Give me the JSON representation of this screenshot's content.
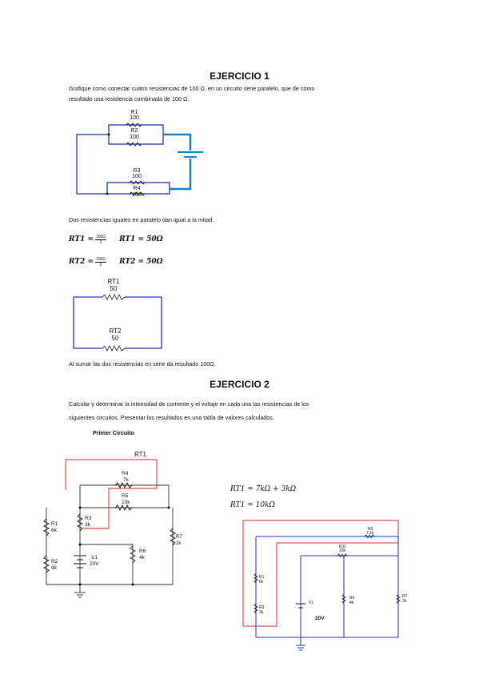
{
  "ex1": {
    "title": "EJERCICIO 1",
    "instruction_line1": "Grafique como conectar cuatro resistencias de 100 Ω, en un circuito serie paralelo, que de cómo",
    "instruction_line2": "resultado una resistencia combinada de 100 Ω.",
    "circuit1": {
      "r1_name": "R1",
      "r1_val": "100",
      "r2_name": "R2",
      "r2_val": "100",
      "r3_name": "R3",
      "r3_val": "100",
      "r4_name": "R4",
      "r4_val": "100"
    },
    "note": "Dos resistencias iguales en paralelo dan igual a la mitad.",
    "eq1_lhs": "RT1 =",
    "eq1_num": "100Ω",
    "eq1_den": "2",
    "eq1_result": "RT1 = 50Ω",
    "eq2_lhs": "RT2 =",
    "eq2_num": "100Ω",
    "eq2_den": "2",
    "eq2_result": "RT2 = 50Ω",
    "circuit2": {
      "rt1_name": "RT1",
      "rt1_val": "50",
      "rt2_name": "RT2",
      "rt2_val": "50"
    },
    "conclusion": "Al sumar las dos resistencias en serie da resultado 100Ω."
  },
  "ex2": {
    "title": "EJERCICIO 2",
    "instruction_line1": "Calcular y determinar la intensidad de corriente y el voltaje en cada una las resistencias de los",
    "instruction_line2": "siguientes circuitos. Presentar los resultados en una tabla de valores calculados.",
    "subtitle": "Primer Circuito",
    "eq1": "RT1 = 7kΩ + 3kΩ",
    "eq2": "RT1 = 10kΩ",
    "circuit_left": {
      "rt1_label": "RT1",
      "r4_name": "R4",
      "r4_val": "7k",
      "r5_name": "R5",
      "r5_val": "10k",
      "r1_name": "R1",
      "r1_val": "6k",
      "r3_name": "R3",
      "r3_val": "3k",
      "r2_name": "R2",
      "r2_val": "9k",
      "v1_name": "V1",
      "v1_val": "20V",
      "r6_name": "R6",
      "r6_val": "4k",
      "r7_name": "R7",
      "r7_val": "2k"
    },
    "circuit_right": {
      "r5_name": "R5",
      "r5_val": "7.1k",
      "r11_name": "R11",
      "r11_val": "10k",
      "r1_name": "R1",
      "r1_val": "6k",
      "r3_name": "R3",
      "r3_val": "3k",
      "v1_name": "V1",
      "v1_val": "20V",
      "r6_name": "R6",
      "r6_val": "4k",
      "r7_name": "R7",
      "r7_val": "2k"
    }
  },
  "colors": {
    "wire_blue": "#2233bb",
    "wire_red": "#e05050",
    "battery_blue": "#1a7fc8",
    "text": "#111111"
  }
}
